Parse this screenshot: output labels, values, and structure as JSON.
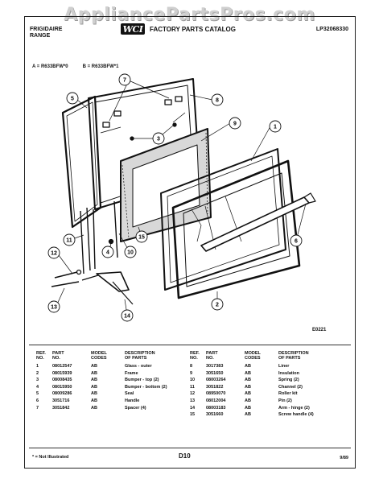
{
  "watermark": "AppliancePartsPros.com",
  "header": {
    "brand": "FRIGIDAIRE",
    "product": "RANGE",
    "catalog_title": "FACTORY PARTS CATALOG",
    "logo_text": "WCI",
    "doc_number": "LP32068330"
  },
  "models": {
    "a": "A = R633BFW*0",
    "b": "B = R633BFW*1"
  },
  "diagram": {
    "figure_code": "E0221",
    "callouts": [
      "1",
      "2",
      "3",
      "4",
      "5",
      "6",
      "7",
      "8",
      "9",
      "10",
      "11",
      "12",
      "13",
      "14",
      "15"
    ]
  },
  "parts_table": {
    "headers": {
      "ref": [
        "REF.",
        "NO."
      ],
      "part": [
        "PART",
        "NO."
      ],
      "model": [
        "MODEL",
        "CODES"
      ],
      "desc": [
        "DESCRIPTION",
        "OF PARTS"
      ]
    },
    "left_rows": [
      {
        "ref": "1",
        "part": "08012547",
        "codes": "AB",
        "desc": "Glass - outer"
      },
      {
        "ref": "2",
        "part": "08015939",
        "codes": "AB",
        "desc": "Frame"
      },
      {
        "ref": "3",
        "part": "08008435",
        "codes": "AB",
        "desc": "Bumper - top (2)"
      },
      {
        "ref": "4",
        "part": "08015950",
        "codes": "AB",
        "desc": "Bumper - bottom (2)"
      },
      {
        "ref": "5",
        "part": "08009286",
        "codes": "AB",
        "desc": "Seal"
      },
      {
        "ref": "6",
        "part": "3051716",
        "codes": "AB",
        "desc": "Handle"
      },
      {
        "ref": "7",
        "part": "3051842",
        "codes": "AB",
        "desc": "Spacer (4)"
      }
    ],
    "right_rows": [
      {
        "ref": "8",
        "part": "3017383",
        "codes": "AB",
        "desc": "Liner"
      },
      {
        "ref": "9",
        "part": "3051650",
        "codes": "AB",
        "desc": "Insulation"
      },
      {
        "ref": "10",
        "part": "08003264",
        "codes": "AB",
        "desc": "Spring (2)"
      },
      {
        "ref": "11",
        "part": "3051822",
        "codes": "AB",
        "desc": "Channel (2)"
      },
      {
        "ref": "12",
        "part": "08950070",
        "codes": "AB",
        "desc": "Roller kit"
      },
      {
        "ref": "13",
        "part": "08012004",
        "codes": "AB",
        "desc": "Pin (2)"
      },
      {
        "ref": "14",
        "part": "08003183",
        "codes": "AB",
        "desc": "Arm - hinge (2)"
      },
      {
        "ref": "15",
        "part": "3051660",
        "codes": "AB",
        "desc": "Screw handle (4)"
      }
    ]
  },
  "footer": {
    "note": "* = Not Illustrated",
    "page": "D10",
    "date": "9/89"
  }
}
